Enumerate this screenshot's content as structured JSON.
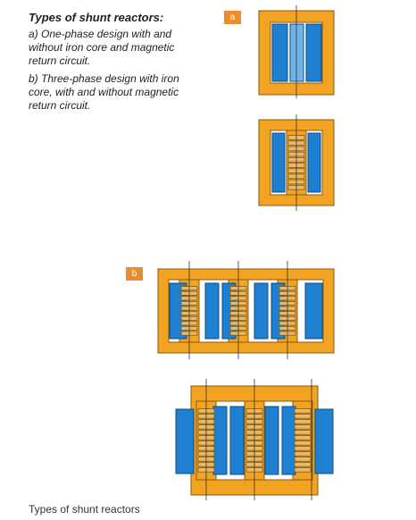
{
  "caption": {
    "title": "Types of shunt reactors:",
    "item_a": "a) One-phase design with and without iron core and magnetic return circuit.",
    "item_b": "b) Three-phase design with iron core, with and without magnetic return circuit."
  },
  "labels": {
    "a": "a",
    "b": "b"
  },
  "figure_caption": "Types of shunt reactors",
  "colors": {
    "core": "#f2a322",
    "core_outline": "#8a5a10",
    "window": "#ffffff",
    "coil": "#1f7fd0",
    "coil_light": "#70b4ea",
    "coil_outline": "#0b4f86",
    "gap_block": "#e4b970",
    "label_bg": "#ee8c2a"
  }
}
